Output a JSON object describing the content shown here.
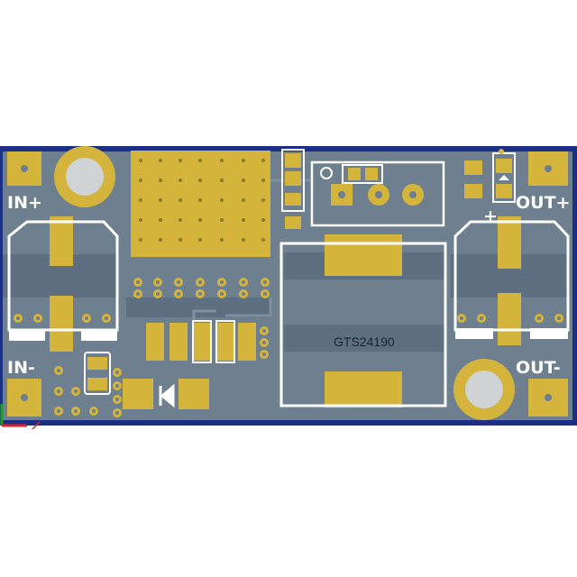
{
  "board": {
    "colors": {
      "substrate": "#1b2f86",
      "soldermask": "#6e8090",
      "copper": "#d4b43a",
      "silkscreen": "#ffffff",
      "hole": "#cfd3d6"
    },
    "labels": {
      "in_plus": "IN+",
      "in_minus": "IN-",
      "out_plus": "OUT+",
      "out_minus": "OUT-",
      "plus_mark": "+",
      "inductor_ref": "GTS24190"
    }
  }
}
